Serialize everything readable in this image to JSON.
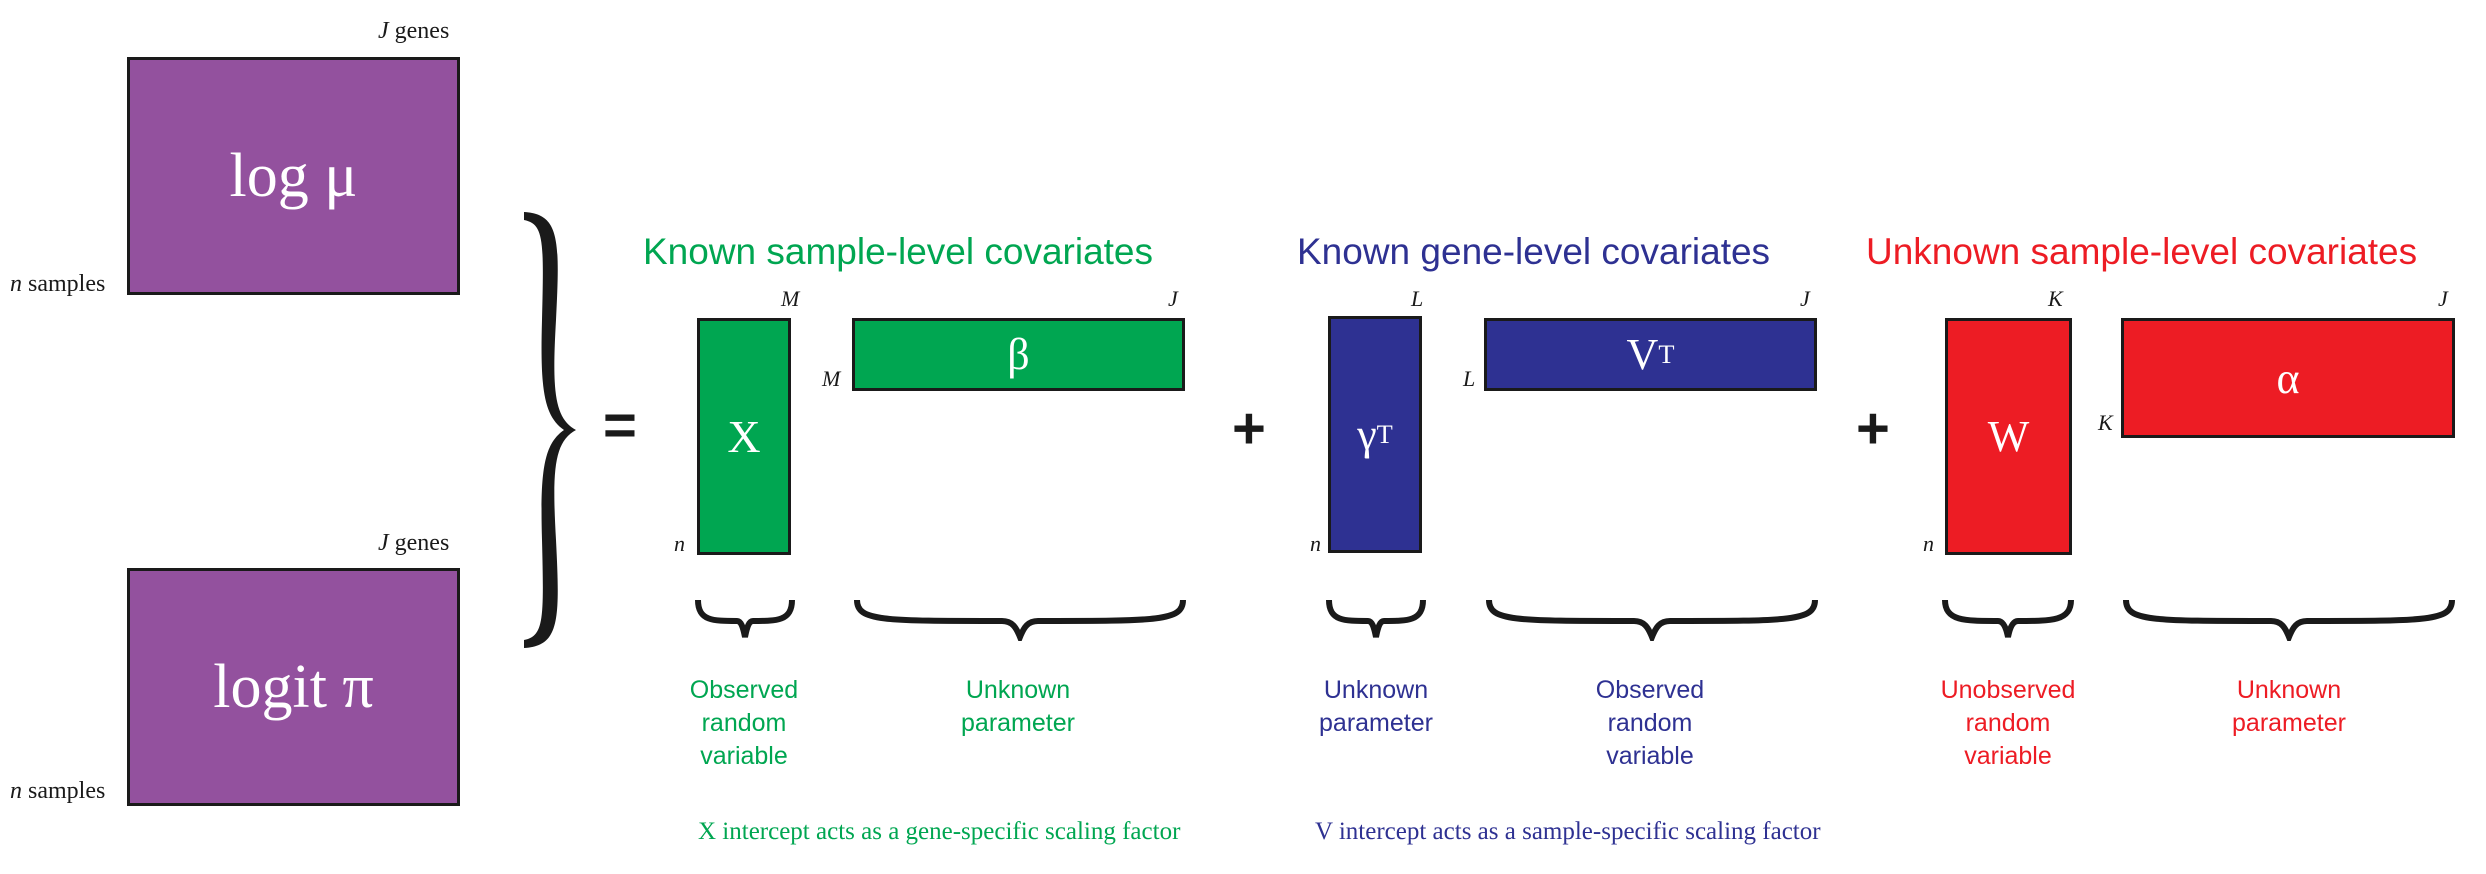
{
  "left": {
    "top_matrix": {
      "label": "log μ",
      "col_label": "J",
      "col_unit": "genes",
      "row_label": "n",
      "row_unit": "samples"
    },
    "bottom_matrix": {
      "label": "logit π",
      "col_label": "J",
      "col_unit": "genes",
      "row_label": "n",
      "row_unit": "samples"
    }
  },
  "equals": "=",
  "plus": "+",
  "groups": {
    "sample": {
      "heading": "Known sample-level covariates",
      "color": "#00a651",
      "X": {
        "label": "X",
        "top": "M",
        "side": "n",
        "desc": "Observed\nrandom\nvariable"
      },
      "beta": {
        "label": "β",
        "top": "J",
        "side": "M",
        "desc": "Unknown\nparameter"
      }
    },
    "gene": {
      "heading": "Known gene-level covariates",
      "color": "#2e3192",
      "gamma": {
        "label": "γ",
        "sup": "T",
        "top": "L",
        "side": "n",
        "desc": "Unknown\nparameter"
      },
      "V": {
        "label": "V",
        "sup": "T",
        "top": "J",
        "side": "L",
        "desc": "Observed\nrandom\nvariable"
      }
    },
    "unknown": {
      "heading": "Unknown sample-level covariates",
      "color": "#ed1c24",
      "W": {
        "label": "W",
        "top": "K",
        "side": "n",
        "desc": "Unobserved\nrandom\nvariable"
      },
      "alpha": {
        "label": "α",
        "top": "J",
        "side": "K",
        "desc": "Unknown\nparameter"
      }
    }
  },
  "notes": {
    "x_intercept": "X intercept acts as a gene-specific scaling factor",
    "v_intercept": "V intercept acts as a sample-specific scaling factor"
  },
  "colors": {
    "purple": "#93519e",
    "green": "#00a651",
    "blue": "#2e3192",
    "red": "#ed1c24"
  }
}
